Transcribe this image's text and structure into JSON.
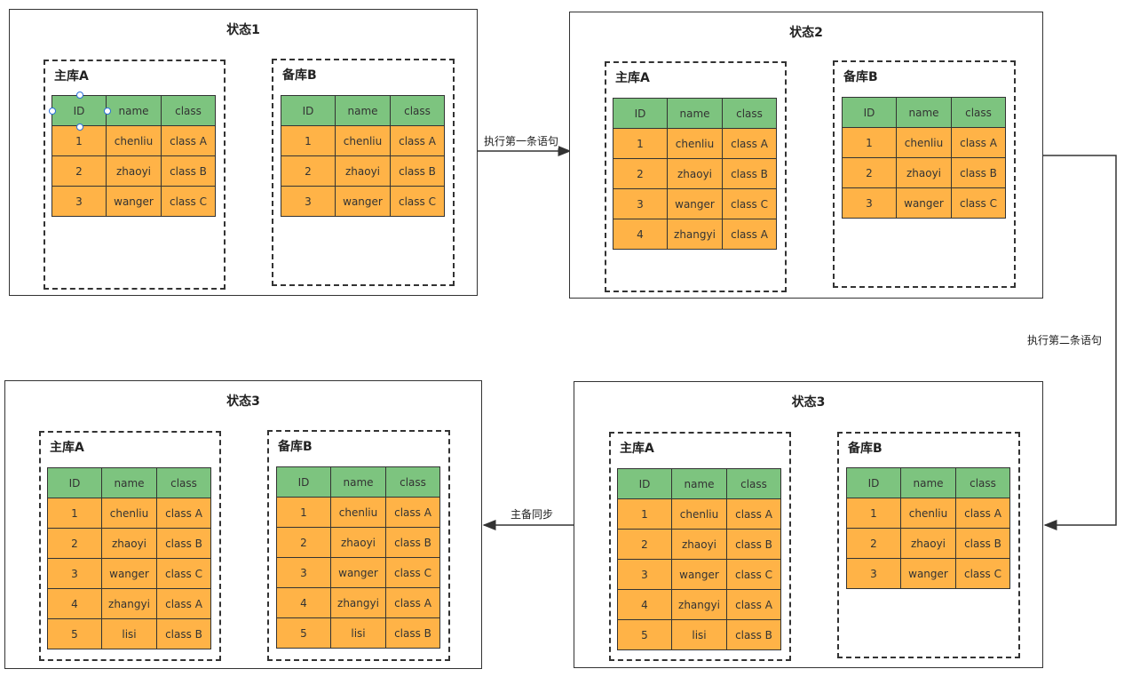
{
  "colors": {
    "header": "#7dc47f",
    "row": "#ffb347",
    "border": "#333333"
  },
  "columns": [
    "ID",
    "name",
    "class"
  ],
  "states": [
    {
      "title": "状态1",
      "dbs": [
        {
          "title": "主库A",
          "rows": [
            [
              "1",
              "chenliu",
              "class A"
            ],
            [
              "2",
              "zhaoyi",
              "class B"
            ],
            [
              "3",
              "wanger",
              "class C"
            ]
          ]
        },
        {
          "title": "备库B",
          "rows": [
            [
              "1",
              "chenliu",
              "class A"
            ],
            [
              "2",
              "zhaoyi",
              "class B"
            ],
            [
              "3",
              "wanger",
              "class C"
            ]
          ]
        }
      ]
    },
    {
      "title": "状态2",
      "dbs": [
        {
          "title": "主库A",
          "rows": [
            [
              "1",
              "chenliu",
              "class A"
            ],
            [
              "2",
              "zhaoyi",
              "class B"
            ],
            [
              "3",
              "wanger",
              "class C"
            ],
            [
              "4",
              "zhangyi",
              "class A"
            ]
          ]
        },
        {
          "title": "备库B",
          "rows": [
            [
              "1",
              "chenliu",
              "class A"
            ],
            [
              "2",
              "zhaoyi",
              "class B"
            ],
            [
              "3",
              "wanger",
              "class C"
            ]
          ]
        }
      ]
    },
    {
      "title": "状态3",
      "dbs": [
        {
          "title": "主库A",
          "rows": [
            [
              "1",
              "chenliu",
              "class A"
            ],
            [
              "2",
              "zhaoyi",
              "class B"
            ],
            [
              "3",
              "wanger",
              "class C"
            ],
            [
              "4",
              "zhangyi",
              "class A"
            ],
            [
              "5",
              "lisi",
              "class B"
            ]
          ]
        },
        {
          "title": "备库B",
          "rows": [
            [
              "1",
              "chenliu",
              "class A"
            ],
            [
              "2",
              "zhaoyi",
              "class B"
            ],
            [
              "3",
              "wanger",
              "class C"
            ]
          ]
        }
      ]
    },
    {
      "title": "状态3",
      "dbs": [
        {
          "title": "主库A",
          "rows": [
            [
              "1",
              "chenliu",
              "class A"
            ],
            [
              "2",
              "zhaoyi",
              "class B"
            ],
            [
              "3",
              "wanger",
              "class C"
            ],
            [
              "4",
              "zhangyi",
              "class A"
            ],
            [
              "5",
              "lisi",
              "class B"
            ]
          ]
        },
        {
          "title": "备库B",
          "rows": [
            [
              "1",
              "chenliu",
              "class A"
            ],
            [
              "2",
              "zhaoyi",
              "class B"
            ],
            [
              "3",
              "wanger",
              "class C"
            ],
            [
              "4",
              "zhangyi",
              "class A"
            ],
            [
              "5",
              "lisi",
              "class B"
            ]
          ]
        }
      ]
    }
  ],
  "edges": [
    {
      "label": "执行第一条语句"
    },
    {
      "label": "执行第二条语句"
    },
    {
      "label": "主备同步"
    }
  ]
}
